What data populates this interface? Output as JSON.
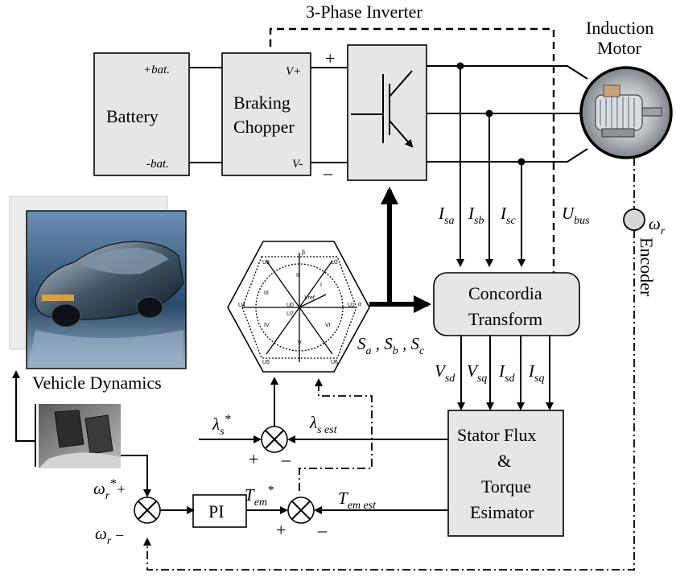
{
  "blocks": {
    "inverter_title": "3-Phase Inverter",
    "motor_line1": "Induction",
    "motor_line2": "Motor",
    "battery_label": "Battery",
    "battery_plus": "+bat.",
    "battery_minus": "-bat.",
    "chopper_line1": "Braking",
    "chopper_line2": "Chopper",
    "chopper_vplus": "V+",
    "chopper_vminus": "V-",
    "bus_plus": "+",
    "bus_minus": "–",
    "concordia_line1": "Concordia",
    "concordia_line2": "Transform",
    "estimator_line1": "Stator Flux",
    "estimator_line2": "&",
    "estimator_line3": "Torque",
    "estimator_line4": "Esimator",
    "pi_label": "PI",
    "vehicle_label": "Vehicle Dynamics",
    "encoder_label": "Encoder"
  },
  "signals": {
    "isa": "I",
    "isa_sub": "sa",
    "isb": "I",
    "isb_sub": "sb",
    "isc": "I",
    "isc_sub": "sc",
    "ubus": "U",
    "ubus_sub": "bus",
    "vsd": "V",
    "vsd_sub": "sd",
    "vsq": "V",
    "vsq_sub": "sq",
    "isd": "I",
    "isd_sub": "sd",
    "isq": "I",
    "isq_sub": "sq",
    "sa": "S",
    "sa_sub": "a",
    "sb": "S",
    "sb_sub": "b",
    "sc": "S",
    "sc_sub": "c",
    "lambda_ref": "λ",
    "lambda_ref_sub": "s",
    "lambda_ref_sup": "*",
    "lambda_est": "λ",
    "lambda_est_sub": "s est",
    "tem_ref": "T",
    "tem_ref_sub": "em",
    "tem_ref_sup": "*",
    "tem_est": "T",
    "tem_est_sub": "em est",
    "omega_ref": "ω",
    "omega_ref_sub": "r",
    "omega_ref_sup": "*",
    "omega_fb": "ω",
    "omega_fb_sub": "r",
    "omega_enc": "ω",
    "omega_enc_sub": "r",
    "plus": "+",
    "minus": "–"
  },
  "hexagon": {
    "vectors": [
      "U1",
      "U2",
      "U3",
      "U4",
      "U5",
      "U6",
      "U0",
      "U7"
    ],
    "sectors": [
      "I",
      "II",
      "III",
      "IV",
      "V",
      "VI"
    ],
    "beta": "β",
    "alpha": "α",
    "vref": "Vref"
  }
}
